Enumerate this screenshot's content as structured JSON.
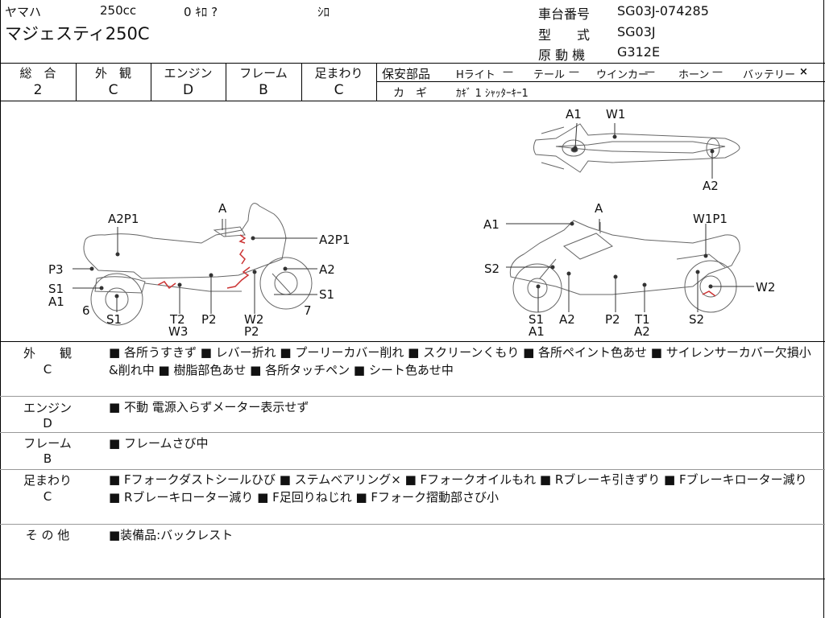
{
  "header": {
    "maker": "ヤマハ",
    "displacement": "250cc",
    "mileage": "0 ｷﾛ ?",
    "color": "ｼﾛ",
    "model_name": "マジェスティ250C",
    "frame_no_label": "車台番号",
    "frame_no": "SG03J-074285",
    "type_label": "型　　式",
    "type": "SG03J",
    "engine_label": "原 動 機",
    "engine": "G312E"
  },
  "grades": [
    {
      "label": "総　合",
      "value": "2"
    },
    {
      "label": "外　観",
      "value": "C"
    },
    {
      "label": "エンジン",
      "value": "D"
    },
    {
      "label": "フレーム",
      "value": "B"
    },
    {
      "label": "足まわり",
      "value": "C"
    }
  ],
  "safety": {
    "title": "保安部品",
    "items": [
      {
        "name": "Hライト",
        "mark": "—"
      },
      {
        "name": "テール",
        "mark": "—"
      },
      {
        "name": "ウインカー",
        "mark": "—"
      },
      {
        "name": "ホーン",
        "mark": "—"
      },
      {
        "name": "バッテリー",
        "mark": "×"
      }
    ],
    "key_label": "カ　ギ",
    "key_value": "ｶｷﾞ 1 ｼｬｯﾀｰｷｰ1"
  },
  "diagram": {
    "top_view": [
      "A1",
      "W1",
      "A2"
    ],
    "left_view": [
      "A2P1",
      "A",
      "A2P1",
      "P3",
      "A2",
      "S1",
      "A1",
      "S1",
      "6",
      "7",
      "S1",
      "T2",
      "W3",
      "P2",
      "W2",
      "P2"
    ],
    "right_view": [
      "A1",
      "A",
      "W1P1",
      "S2",
      "W2",
      "S1",
      "A1",
      "A2",
      "P2",
      "T1",
      "A2",
      "S2"
    ]
  },
  "sections": [
    {
      "label": "外　　観",
      "grade": "C",
      "text": "■ 各所うすきず ■ レバー折れ ■ プーリーカバー削れ ■ スクリーンくもり ■ 各所ペイント色あせ ■ サイレンサーカバー欠損小&削れ中 ■ 樹脂部色あせ ■ 各所タッチペン ■ シート色あせ中"
    },
    {
      "label": "エンジン",
      "grade": "D",
      "text": "■ 不動 電源入らずメーター表示せず"
    },
    {
      "label": "フレーム",
      "grade": "B",
      "text": "■ フレームさび中"
    },
    {
      "label": "足まわり",
      "grade": "C",
      "text": "■ Fフォークダストシールひび ■ ステムベアリング× ■ Fフォークオイルもれ ■ Rブレーキ引きずり ■ Fブレーキローター減り ■ Rブレーキローター減り ■ F足回りねじれ ■ Fフォーク摺動部さび小"
    },
    {
      "label": "そ の 他",
      "grade": "",
      "text": "■装備品:バックレスト"
    }
  ]
}
